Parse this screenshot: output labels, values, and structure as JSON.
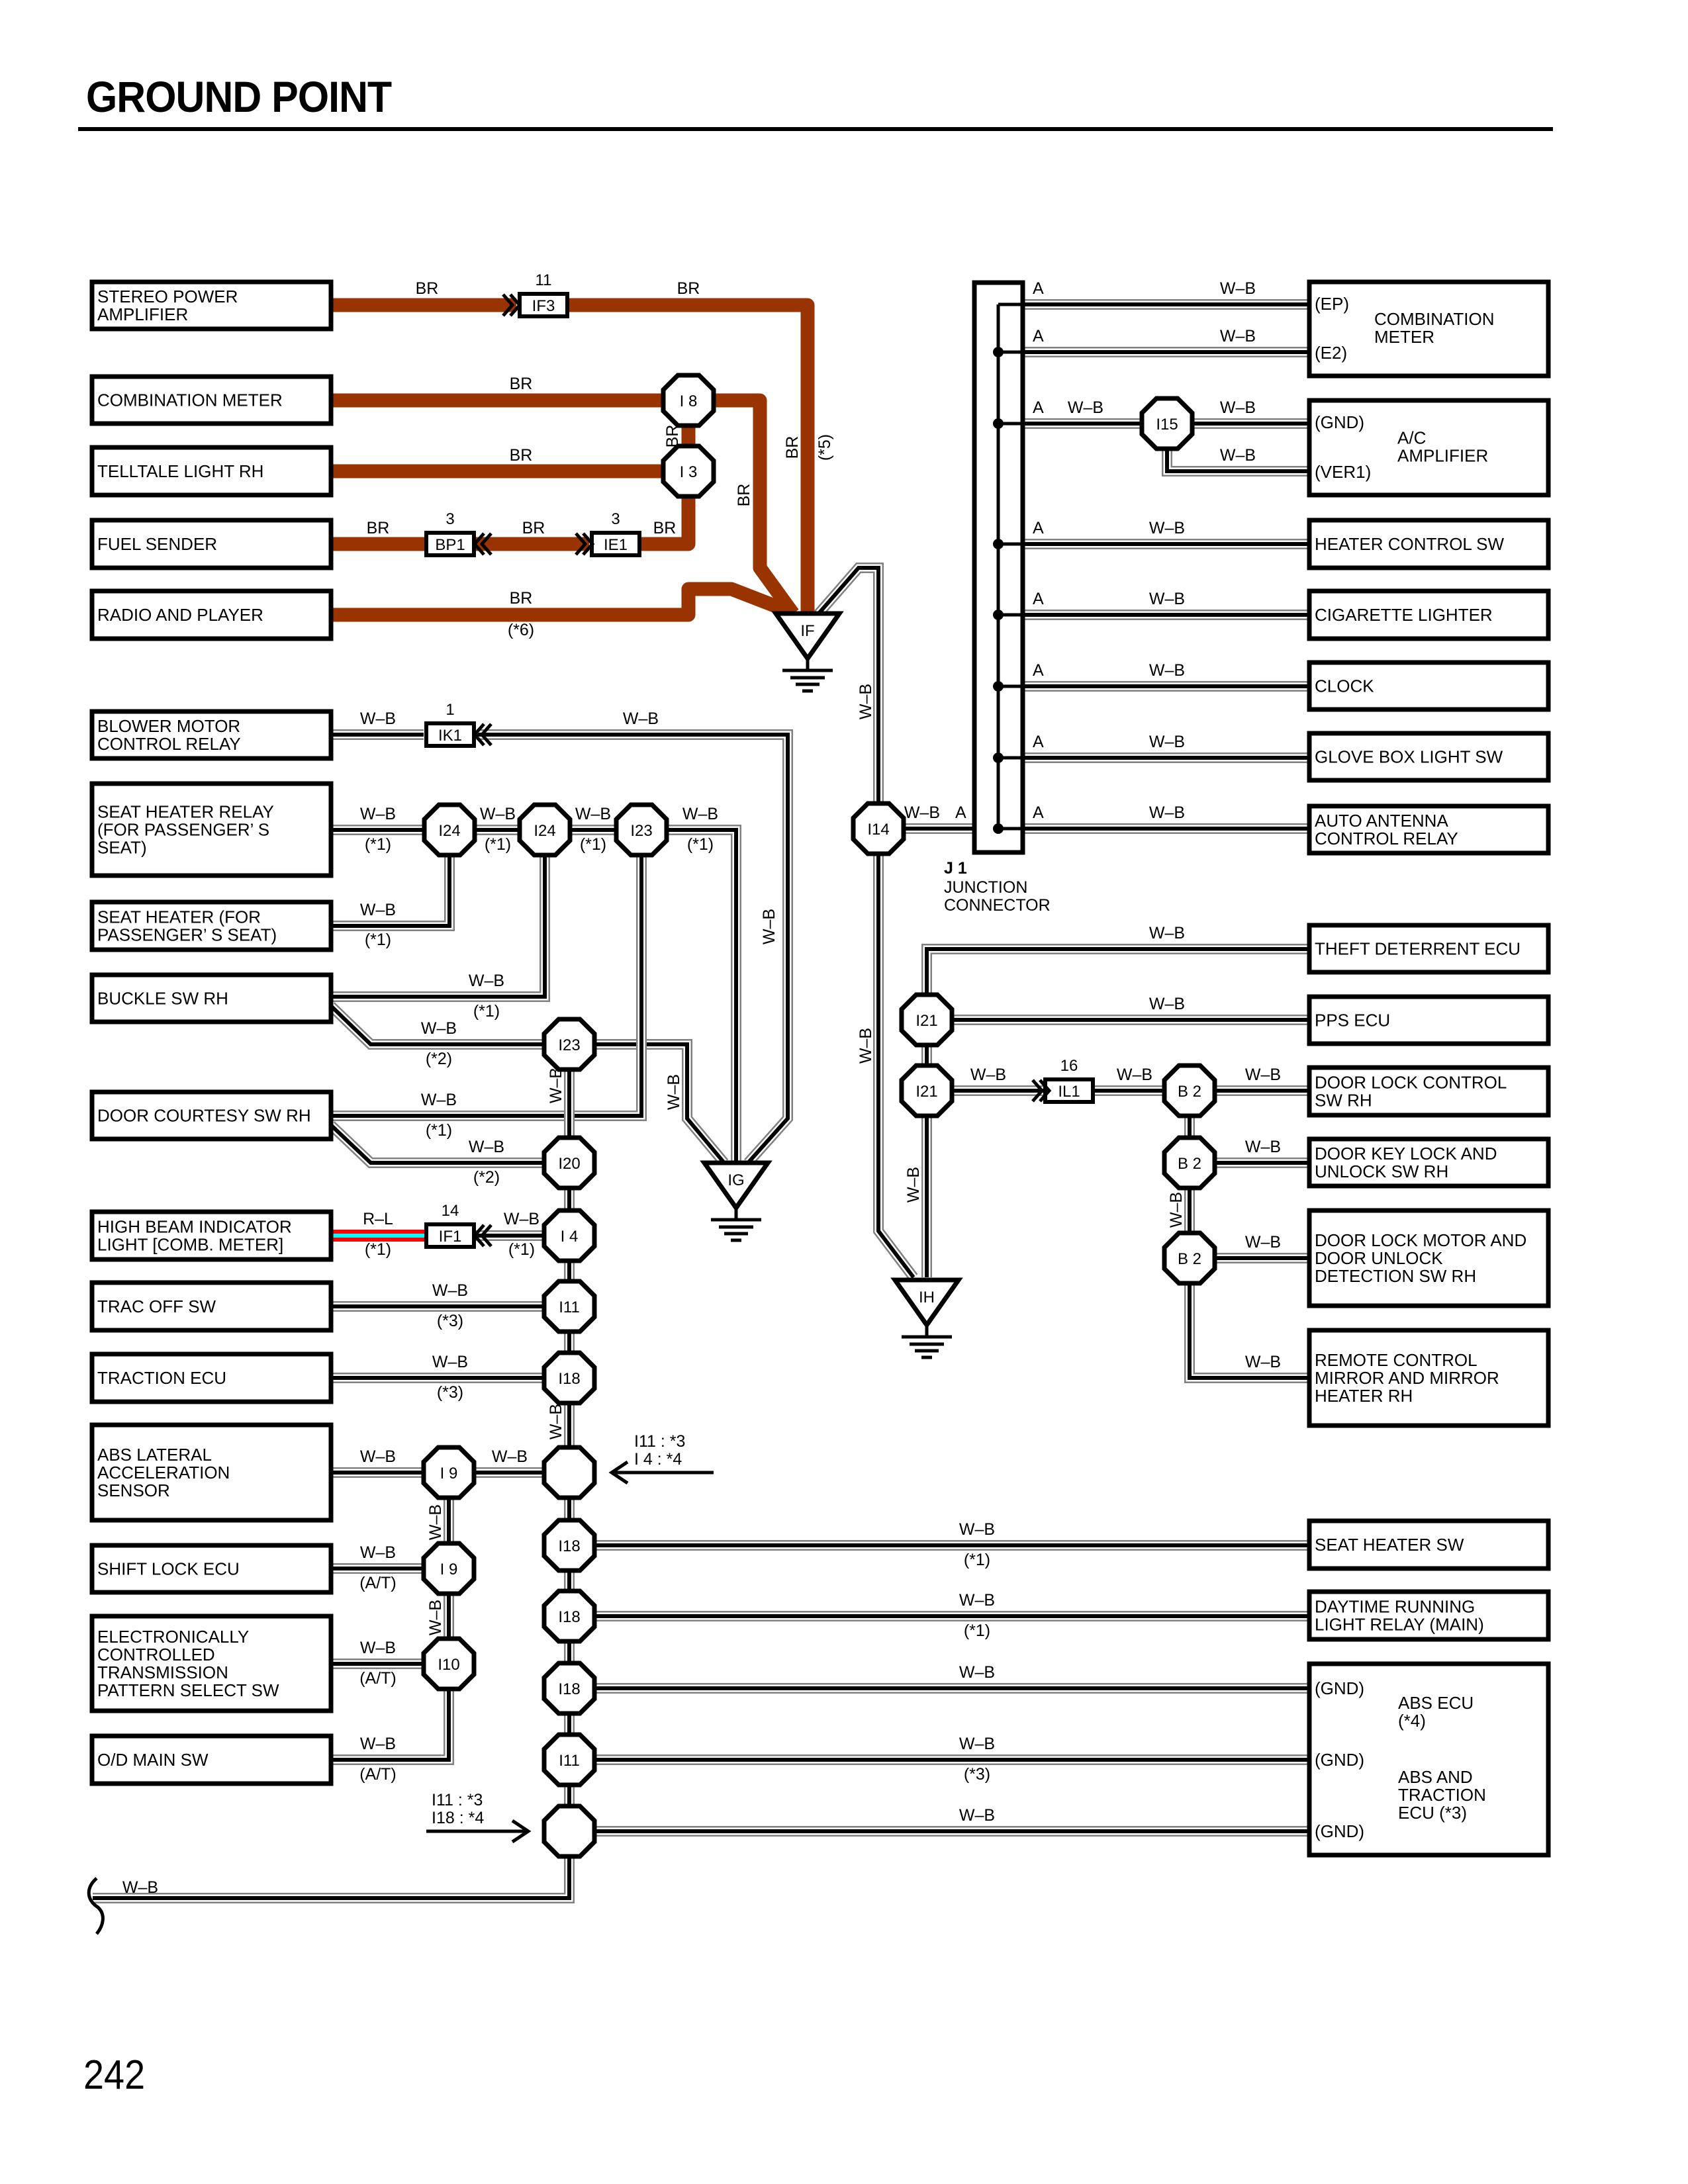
{
  "page": {
    "title": "GROUND POINT",
    "page_number": "242"
  },
  "colors": {
    "br_wire": "#993300",
    "wb_wire_core": "#000000",
    "wb_wire_edge": "#808080",
    "rl_wire_red": "#ff0000",
    "rl_wire_blue": "#00ffff"
  },
  "left_components": [
    {
      "id": "stereo-power-amplifier",
      "lines": [
        "STEREO POWER",
        "AMPLIFIER"
      ]
    },
    {
      "id": "combination-meter",
      "lines": [
        "COMBINATION METER"
      ]
    },
    {
      "id": "telltale-light-rh",
      "lines": [
        "TELLTALE LIGHT RH"
      ]
    },
    {
      "id": "fuel-sender",
      "lines": [
        "FUEL SENDER"
      ]
    },
    {
      "id": "radio-and-player",
      "lines": [
        "RADIO AND PLAYER"
      ]
    },
    {
      "id": "blower-motor-control-relay",
      "lines": [
        "BLOWER MOTOR",
        "CONTROL RELAY"
      ]
    },
    {
      "id": "seat-heater-relay",
      "lines": [
        "SEAT HEATER RELAY",
        "(FOR PASSENGER’ S",
        " SEAT)"
      ]
    },
    {
      "id": "seat-heater",
      "lines": [
        "SEAT HEATER (FOR",
        "PASSENGER’ S SEAT)"
      ]
    },
    {
      "id": "buckle-sw-rh",
      "lines": [
        "BUCKLE SW RH"
      ]
    },
    {
      "id": "door-courtesy-sw-rh",
      "lines": [
        "DOOR COURTESY SW RH"
      ]
    },
    {
      "id": "high-beam-indicator-light",
      "lines": [
        "HIGH BEAM INDICATOR",
        "LIGHT [COMB.  METER]"
      ]
    },
    {
      "id": "trac-off-sw",
      "lines": [
        "TRAC OFF SW"
      ]
    },
    {
      "id": "traction-ecu",
      "lines": [
        "TRACTION ECU"
      ]
    },
    {
      "id": "abs-lateral-acceleration-sensor",
      "lines": [
        "ABS LATERAL",
        "ACCELERATION",
        "SENSOR"
      ]
    },
    {
      "id": "shift-lock-ecu",
      "lines": [
        "SHIFT LOCK ECU"
      ]
    },
    {
      "id": "ect-pattern-select-sw",
      "lines": [
        "ELECTRONICALLY",
        "CONTROLLED",
        "TRANSMISSION",
        "PATTERN SELECT SW"
      ]
    },
    {
      "id": "od-main-sw",
      "lines": [
        "O/D MAIN SW"
      ]
    }
  ],
  "right_components": [
    {
      "id": "combination-meter-r",
      "lines": [
        "COMBINATION",
        "METER"
      ],
      "pins": [
        "(EP)",
        "(E2)"
      ]
    },
    {
      "id": "ac-amplifier",
      "lines": [
        "A/C",
        "AMPLIFIER"
      ],
      "pins": [
        "(GND)",
        "(VER1)"
      ]
    },
    {
      "id": "heater-control-sw",
      "lines": [
        "HEATER CONTROL SW"
      ]
    },
    {
      "id": "cigarette-lighter",
      "lines": [
        "CIGARETTE LIGHTER"
      ]
    },
    {
      "id": "clock",
      "lines": [
        "CLOCK"
      ]
    },
    {
      "id": "glove-box-light-sw",
      "lines": [
        "GLOVE BOX LIGHT SW"
      ]
    },
    {
      "id": "auto-antenna-control-relay",
      "lines": [
        "AUTO ANTENNA",
        "CONTROL RELAY"
      ]
    },
    {
      "id": "theft-deterrent-ecu",
      "lines": [
        "THEFT DETERRENT ECU"
      ]
    },
    {
      "id": "pps-ecu",
      "lines": [
        "PPS ECU"
      ]
    },
    {
      "id": "door-lock-control-sw-rh",
      "lines": [
        "DOOR LOCK CONTROL",
        "SW RH"
      ]
    },
    {
      "id": "door-key-lock-unlock-sw-rh",
      "lines": [
        "DOOR KEY LOCK AND",
        "UNLOCK SW RH"
      ]
    },
    {
      "id": "door-lock-motor",
      "lines": [
        "DOOR LOCK MOTOR AND",
        "DOOR UNLOCK",
        "DETECTION SW RH"
      ]
    },
    {
      "id": "remote-control-mirror",
      "lines": [
        "REMOTE CONTROL",
        "MIRROR AND MIRROR",
        "HEATER RH"
      ]
    },
    {
      "id": "seat-heater-sw",
      "lines": [
        "SEAT HEATER SW"
      ]
    },
    {
      "id": "drl-relay",
      "lines": [
        "DAYTIME RUNNING",
        "LIGHT RELAY (MAIN)"
      ]
    },
    {
      "id": "abs-ecus",
      "lines_a": [
        "ABS ECU",
        "(*4)"
      ],
      "lines_b": [
        "ABS AND",
        "TRACTION",
        "ECU (*3)"
      ],
      "pins": [
        "(GND)",
        "(GND)",
        "(GND)"
      ]
    }
  ],
  "junctions": {
    "I8": "I 8",
    "I3": "I 3",
    "I24": "I24",
    "I23": "I23",
    "I20": "I20",
    "I4": "I 4",
    "I11": "I11",
    "I18": "I18",
    "I9": "I 9",
    "I10": "I10",
    "I14": "I14",
    "I15": "I15",
    "I21": "I21",
    "B2": "B 2"
  },
  "connectors": {
    "IF3": {
      "label": "IF3",
      "pin": "11"
    },
    "BP1": {
      "label": "BP1",
      "pin": "3"
    },
    "IE1": {
      "label": "IE1",
      "pin": "3"
    },
    "IK1": {
      "label": "IK1",
      "pin": "1"
    },
    "IF1": {
      "label": "IF1",
      "pin": "14"
    },
    "IL1": {
      "label": "IL1",
      "pin": "16"
    }
  },
  "grounds": {
    "IF": "IF",
    "IG": "IG",
    "IH": "IH"
  },
  "junction_connector": {
    "code": "J 1",
    "lines": [
      "JUNCTION",
      "CONNECTOR"
    ],
    "pin": "A"
  },
  "wire_labels": {
    "br": "BR",
    "wb": "W–B",
    "rl": "R–L",
    "n1": "(*1)",
    "n2": "(*2)",
    "n3": "(*3)",
    "n4": "(*4)",
    "n5": "(*5)",
    "n6": "(*6)",
    "at": "(A/T)"
  },
  "annotations": {
    "upper_arrow": [
      "I11 : *3",
      "I 4 : *4"
    ],
    "lower_arrow": [
      "I11 : *3",
      "I18 : *4"
    ]
  }
}
